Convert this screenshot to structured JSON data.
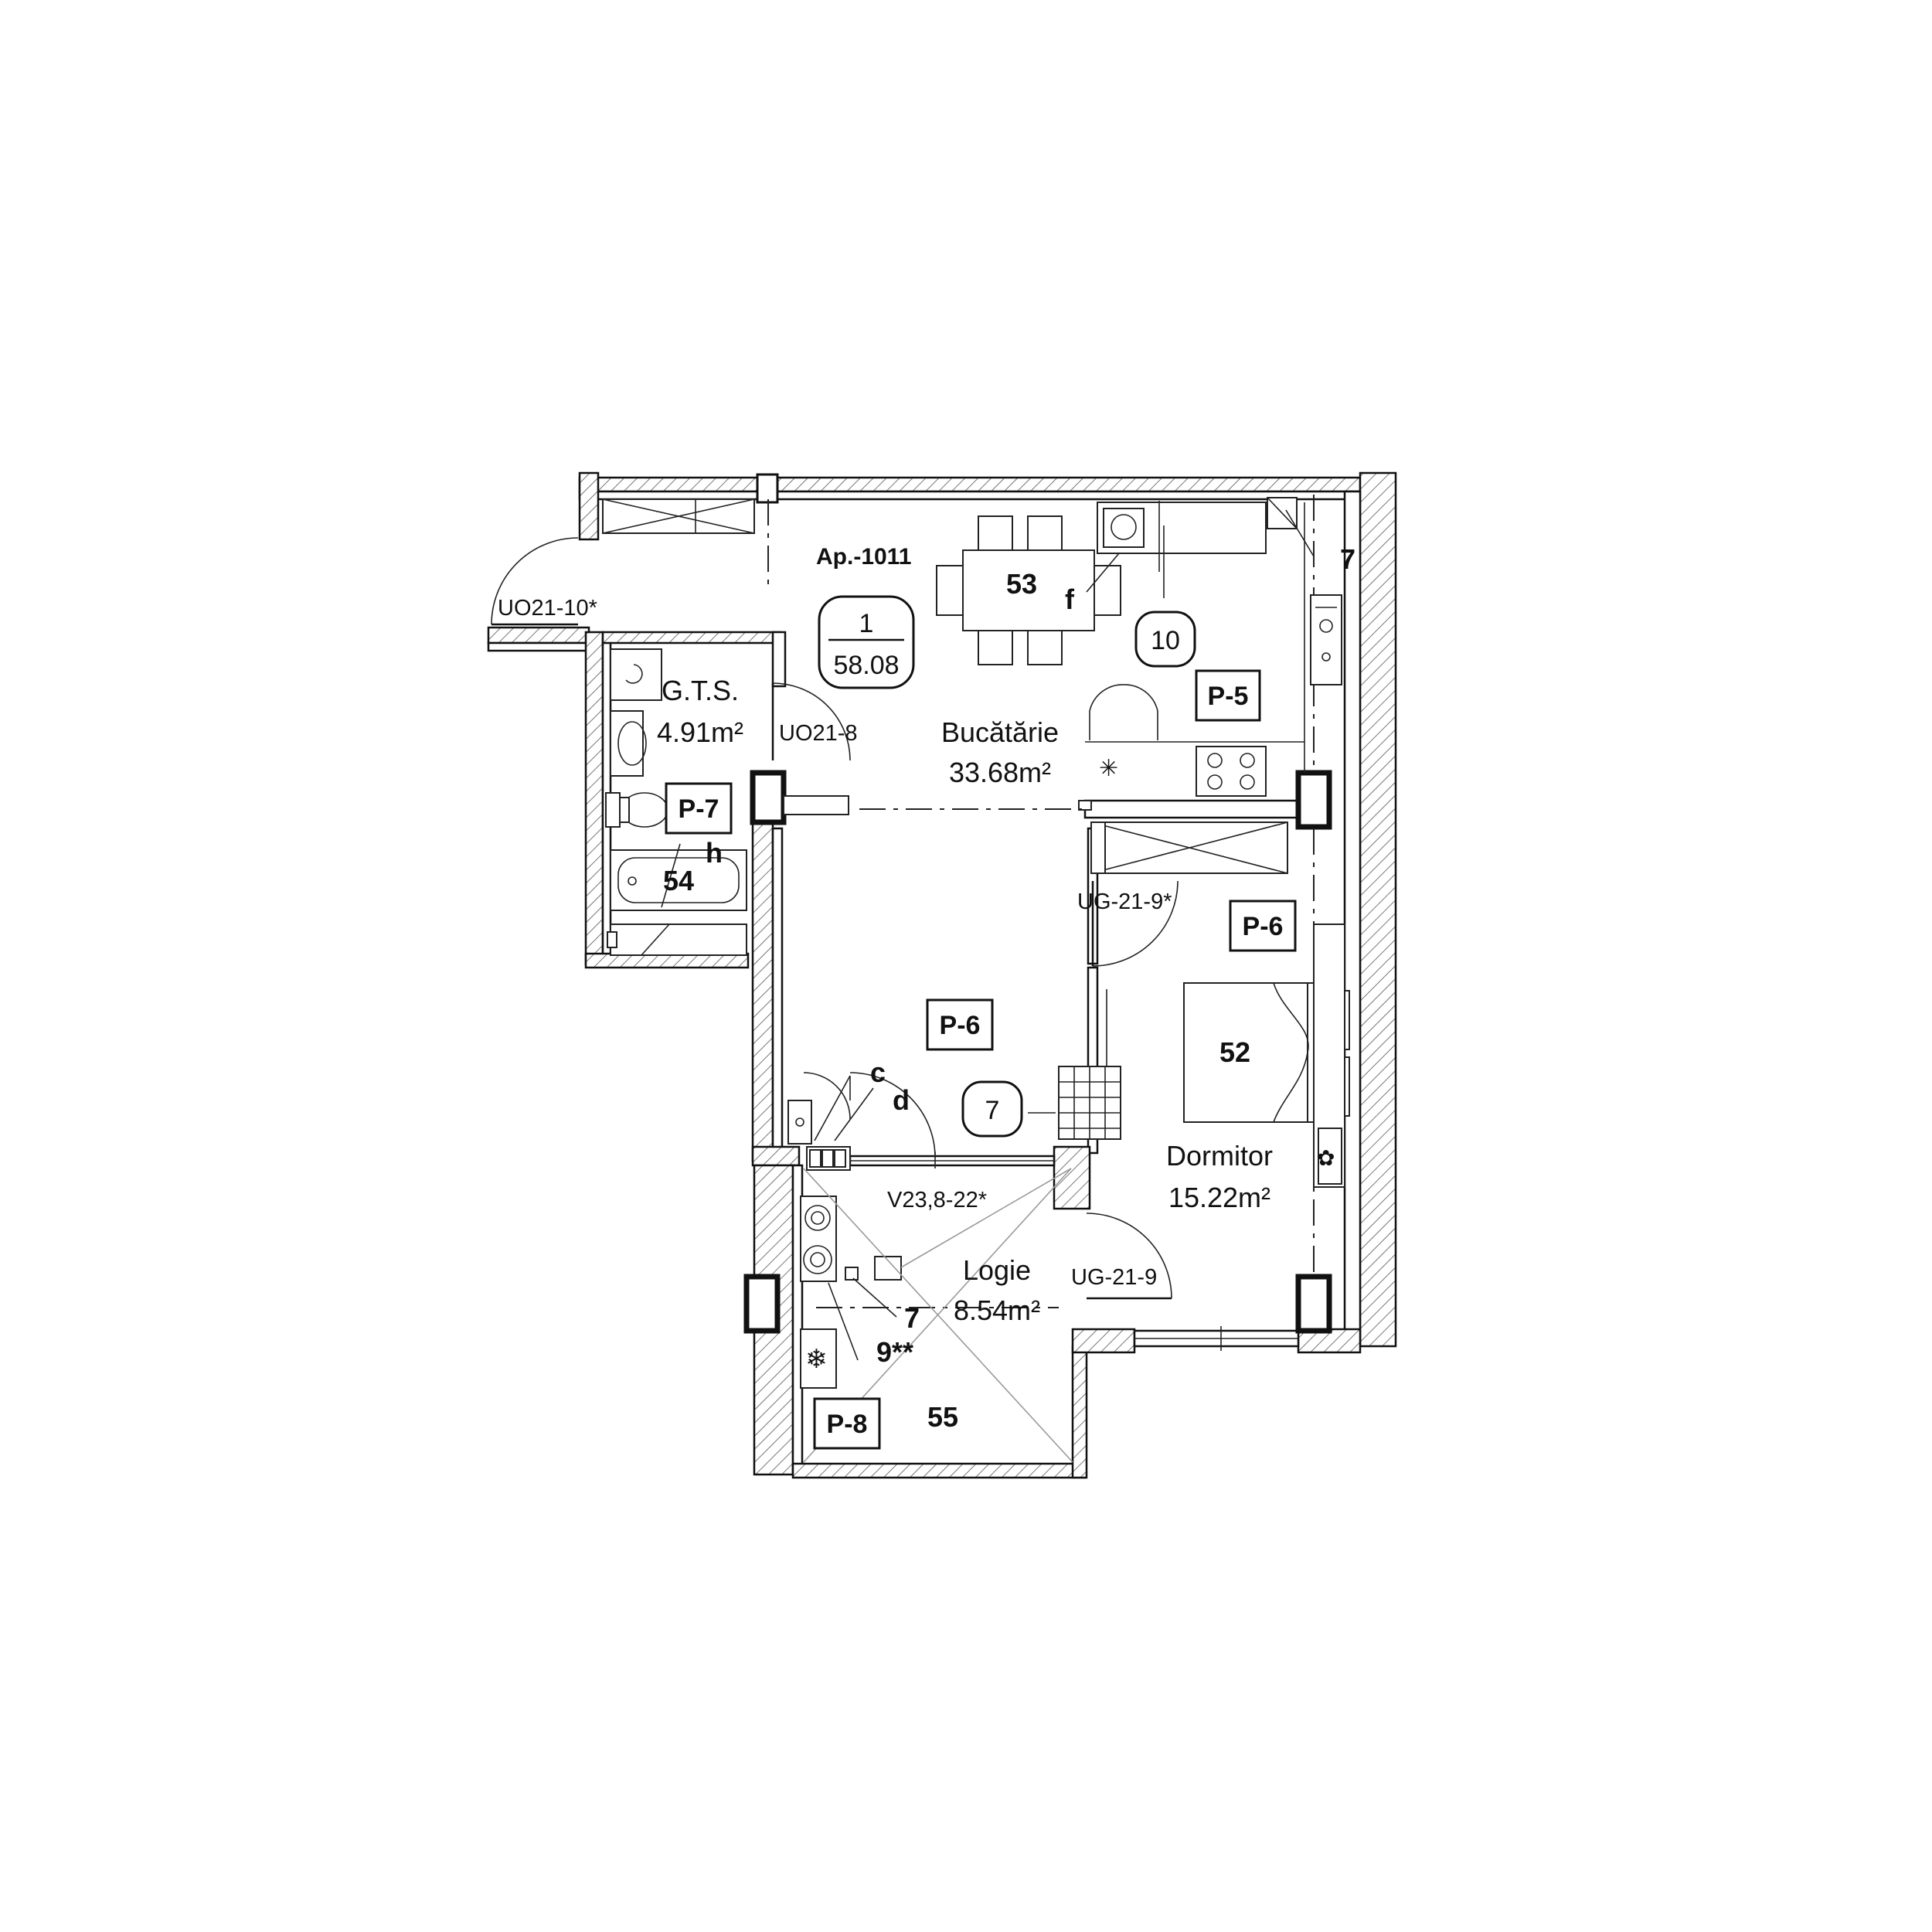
{
  "apartment": {
    "code": "Ap.-1011",
    "number": "1",
    "total_area": "58.08"
  },
  "rooms": {
    "kitchen": {
      "name": "Bucătărie",
      "area": "33.68m²"
    },
    "bathroom": {
      "name": "G.T.S.",
      "area": "4.91m²"
    },
    "bedroom": {
      "name": "Dormitor",
      "area": "15.22m²"
    },
    "loggia": {
      "name": "Logie",
      "area": "8.54m²"
    }
  },
  "doors": {
    "entrance": "UO21-10*",
    "bathroom": "UO21-8",
    "bedroom": "UG-21-9*",
    "loggia": "UG-21-9",
    "window": "V23,8-22*"
  },
  "finish_tags": {
    "kitchen": "P-5",
    "bathroom": "P-7",
    "hall": "P-6",
    "bedroom": "P-6",
    "loggia": "P-8"
  },
  "markers": {
    "kitchen_ref": "10",
    "hall_ref": "7"
  },
  "items": {
    "n53": "53",
    "n52": "52",
    "n54": "54",
    "n55": "55",
    "f": "f",
    "h": "h",
    "c": "c",
    "d": "d",
    "seven_top": "7",
    "seven_loggia": "7",
    "nine": "9**"
  }
}
